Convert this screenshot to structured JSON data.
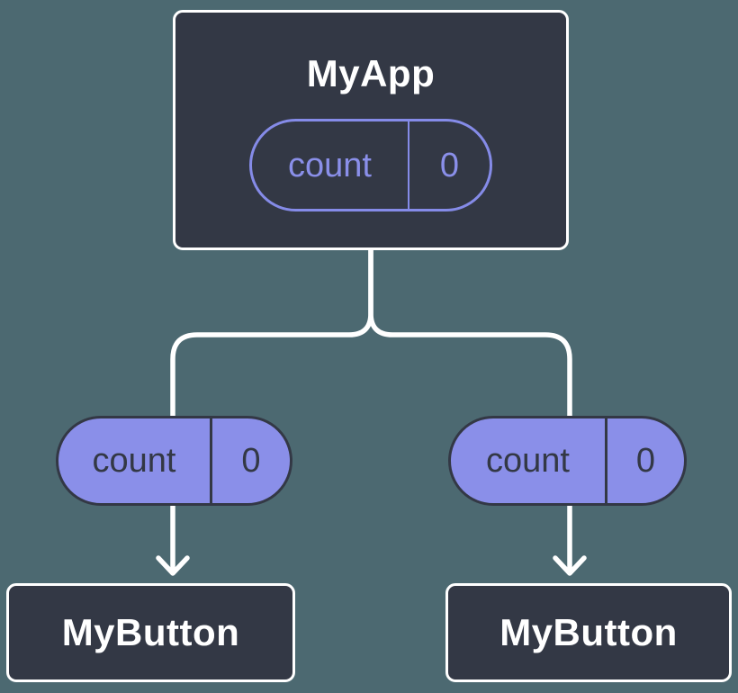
{
  "diagram": {
    "description": "Component tree diagram showing a prop passed from a parent component to two child components",
    "colors": {
      "background": "#4C6971",
      "node_fill": "#333845",
      "node_border": "#FFFFFF",
      "pill_fill": "#8A8FE9",
      "pill_outline": "#858BE8",
      "pill_text_on_fill": "#333845",
      "pill_text_on_outline": "#8A8FE9",
      "connector": "#FFFFFF"
    },
    "nodes": {
      "root": {
        "label": "MyApp"
      },
      "left_child": {
        "label": "MyButton"
      },
      "right_child": {
        "label": "MyButton"
      }
    },
    "props": {
      "root": {
        "name": "count",
        "value": "0"
      },
      "left": {
        "name": "count",
        "value": "0"
      },
      "right": {
        "name": "count",
        "value": "0"
      }
    }
  }
}
